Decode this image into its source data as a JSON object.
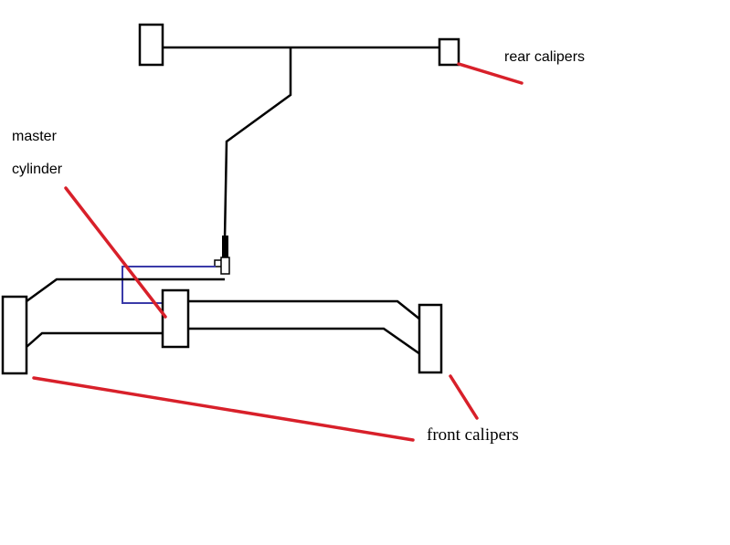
{
  "labels": {
    "rear_calipers": "rear calipers",
    "master_line_1": "master",
    "master_line_2": "cylinder",
    "front_calipers": "front calipers"
  },
  "colors": {
    "line": "#000000",
    "pointer": "#d8202a",
    "blue_line": "#3a3aa8",
    "background": "#ffffff"
  }
}
